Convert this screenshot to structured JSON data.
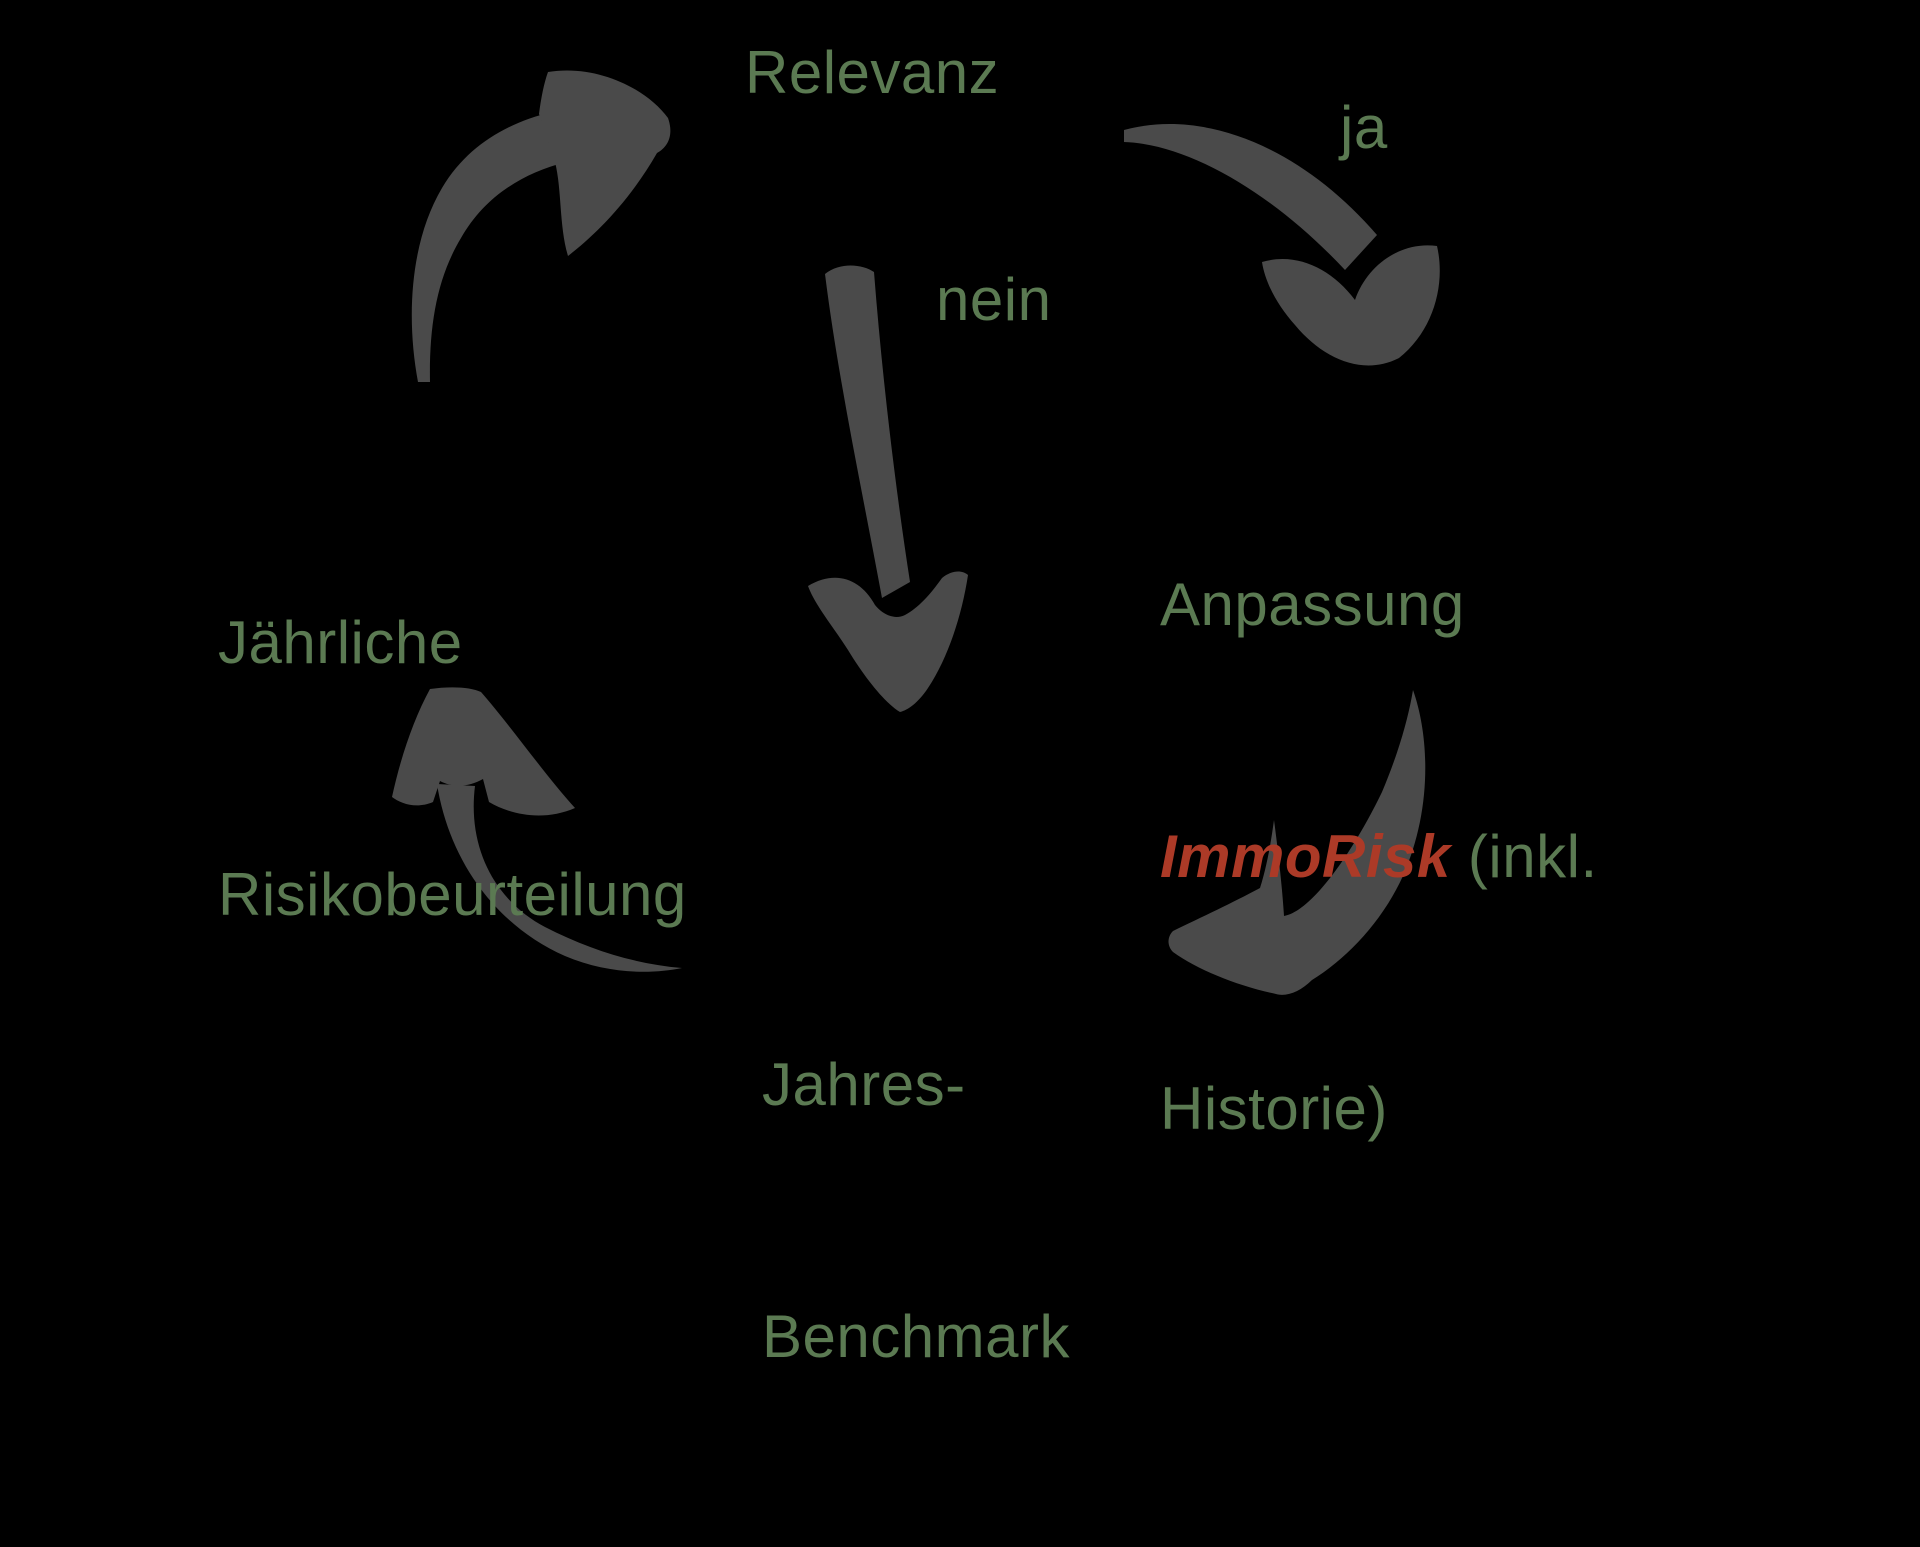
{
  "page": {
    "background": "#000000",
    "type": "cycle-flow-diagram"
  },
  "colors": {
    "node_text_green": "#5B7A52",
    "highlight_red": "#AC3A27",
    "arrow_gray": "#4A4A4A",
    "background": "#000000"
  },
  "diagram": {
    "nodes": {
      "relevanz": {
        "label": "Relevanz"
      },
      "anpassung": {
        "line1": "Anpassung",
        "line2_highlight": "ImmoRisk",
        "line2_rest": " (inkl.",
        "line3": "Historie)"
      },
      "jahres_benchmark": {
        "line1": "Jahres-",
        "line2": "Benchmark"
      },
      "jaehrliche_risikobeurteilung": {
        "line1": "Jährliche",
        "line2": "Risikobeurteilung"
      }
    },
    "edge_labels": {
      "yes": "ja",
      "no": "nein"
    },
    "arrows": [
      "arrow-risikobeurteilung-to-relevanz",
      "arrow-relevanz-to-anpassung-ja",
      "arrow-relevanz-to-benchmark-nein",
      "arrow-anpassung-to-benchmark",
      "arrow-benchmark-to-risikobeurteilung"
    ]
  }
}
